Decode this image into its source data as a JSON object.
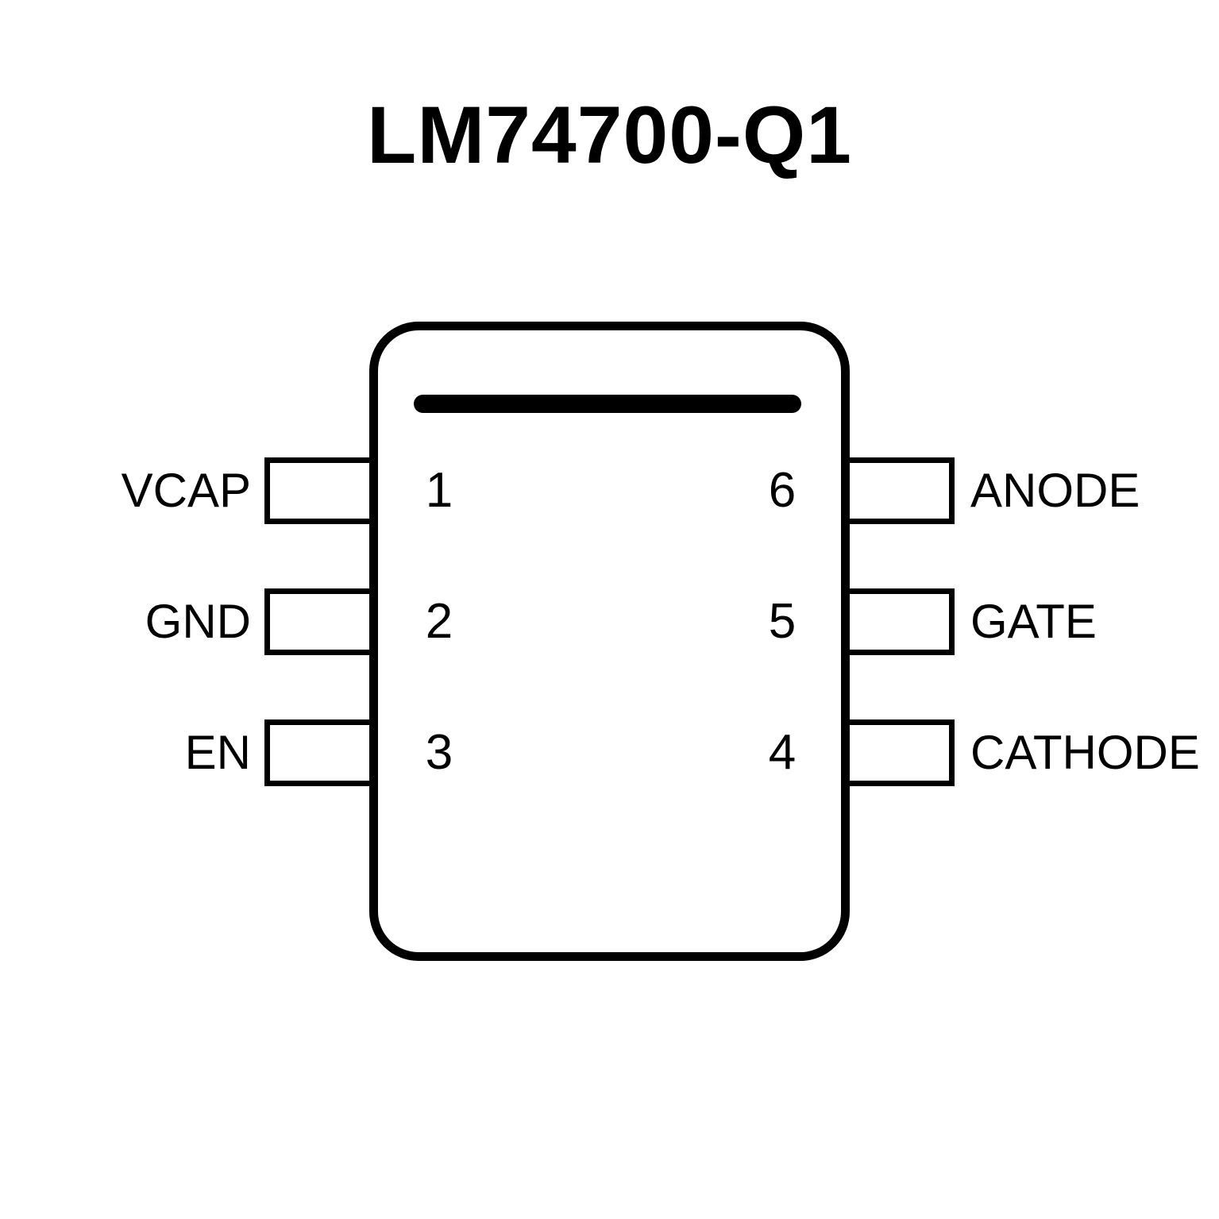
{
  "title": "LM74700-Q1",
  "colors": {
    "ink": "#000000",
    "background": "#ffffff"
  },
  "chip": {
    "package_marking": "pin1-indicator-bar",
    "pins_left": [
      {
        "number": "1",
        "label": "VCAP"
      },
      {
        "number": "2",
        "label": "GND"
      },
      {
        "number": "3",
        "label": "EN"
      }
    ],
    "pins_right": [
      {
        "number": "6",
        "label": "ANODE"
      },
      {
        "number": "5",
        "label": "GATE"
      },
      {
        "number": "4",
        "label": "CATHODE"
      }
    ]
  }
}
